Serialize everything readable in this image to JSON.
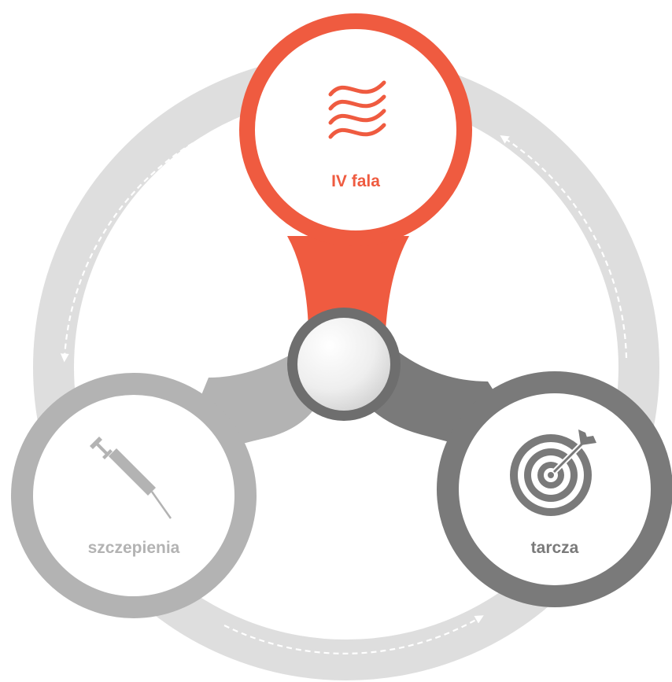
{
  "nodes": [
    {
      "id": "top",
      "label": "IV fala",
      "icon": "waves-icon",
      "color": "#ef5b40"
    },
    {
      "id": "left",
      "label": "szczepienia",
      "icon": "syringe-icon",
      "color": "#b3b3b3"
    },
    {
      "id": "right",
      "label": "tarcza",
      "icon": "target-icon",
      "color": "#7a7a7a"
    }
  ],
  "colors": {
    "ring": "#dedede",
    "arrow": "#ffffff",
    "hub": "#e6e6e6",
    "hub_border": "#6e6e6e"
  }
}
